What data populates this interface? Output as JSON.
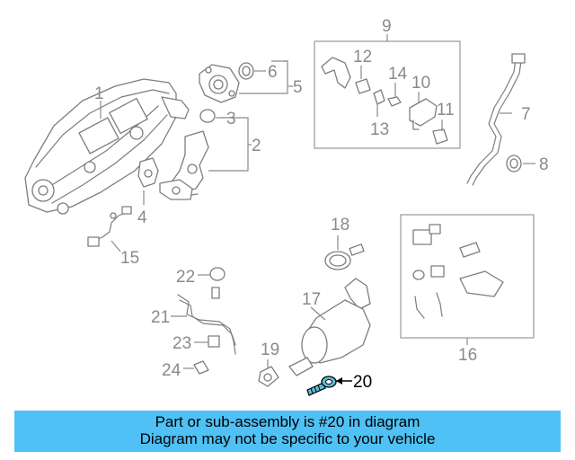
{
  "diagram": {
    "callouts": [
      "1",
      "2",
      "3",
      "4",
      "5",
      "6",
      "7",
      "8",
      "9",
      "10",
      "11",
      "12",
      "13",
      "14",
      "15",
      "16",
      "17",
      "18",
      "19",
      "20",
      "21",
      "22",
      "23",
      "24"
    ],
    "highlighted_callout": "20",
    "highlight_color": "#000000",
    "line_color": "#8a8a8a"
  },
  "banner": {
    "line1": "Part or sub-assembly is #20 in diagram",
    "line2": "Diagram may not be specific to your vehicle",
    "background": "#4fc1f5"
  }
}
